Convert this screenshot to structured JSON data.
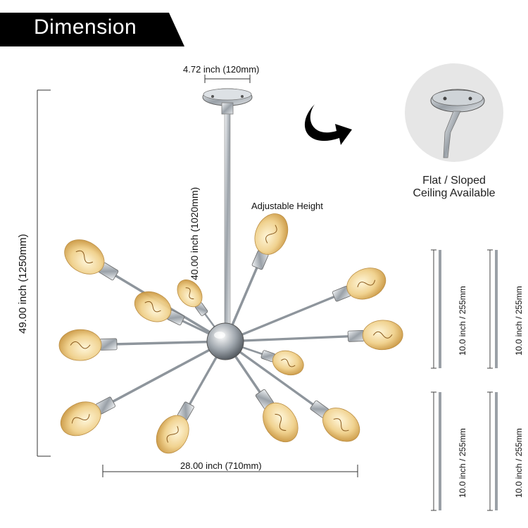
{
  "header": {
    "title": "Dimension"
  },
  "dimensions": {
    "canopy_width": "4.72 inch (120mm)",
    "rod_length": "40.00 inch (1020mm)",
    "total_height": "49.00 inch (1250mm)",
    "total_width": "28.00 inch (710mm)",
    "rod_segment": "10.0 inch / 255mm"
  },
  "labels": {
    "adjustable_height": "Adjustable Height",
    "ceiling_line1": "Flat / Sloped",
    "ceiling_line2": "Ceiling Available"
  },
  "colors": {
    "banner": "#000000",
    "chrome": "#c8ccd0",
    "bulb": "#e8c37a",
    "filament": "#8a5a1c"
  },
  "icons": [
    "curved-arrow-icon",
    "canopy-closeup",
    "chandelier-illustration"
  ]
}
